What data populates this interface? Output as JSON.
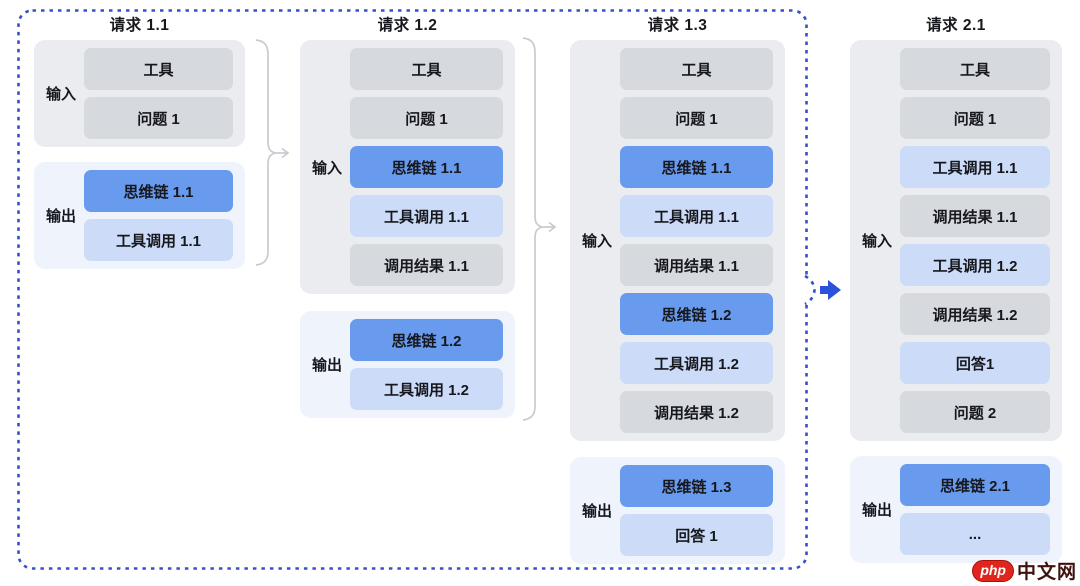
{
  "columns": [
    {
      "title": "请求 1.1",
      "input_label": "输入",
      "output_label": "输出",
      "input_items": [
        {
          "label": "工具",
          "type": "gray"
        },
        {
          "label": "问题 1",
          "type": "gray"
        }
      ],
      "output_items": [
        {
          "label": "思维链 1.1",
          "type": "blue"
        },
        {
          "label": "工具调用 1.1",
          "type": "lightblue"
        }
      ]
    },
    {
      "title": "请求 1.2",
      "input_label": "输入",
      "output_label": "输出",
      "input_items": [
        {
          "label": "工具",
          "type": "gray"
        },
        {
          "label": "问题 1",
          "type": "gray"
        },
        {
          "label": "思维链 1.1",
          "type": "blue"
        },
        {
          "label": "工具调用 1.1",
          "type": "lightblue"
        },
        {
          "label": "调用结果 1.1",
          "type": "gray"
        }
      ],
      "output_items": [
        {
          "label": "思维链 1.2",
          "type": "blue"
        },
        {
          "label": "工具调用 1.2",
          "type": "lightblue"
        }
      ]
    },
    {
      "title": "请求 1.3",
      "input_label": "输入",
      "output_label": "输出",
      "input_items": [
        {
          "label": "工具",
          "type": "gray"
        },
        {
          "label": "问题 1",
          "type": "gray"
        },
        {
          "label": "思维链 1.1",
          "type": "blue"
        },
        {
          "label": "工具调用 1.1",
          "type": "lightblue"
        },
        {
          "label": "调用结果 1.1",
          "type": "gray"
        },
        {
          "label": "思维链 1.2",
          "type": "blue"
        },
        {
          "label": "工具调用 1.2",
          "type": "lightblue"
        },
        {
          "label": "调用结果 1.2",
          "type": "gray"
        }
      ],
      "output_items": [
        {
          "label": "思维链 1.3",
          "type": "blue"
        },
        {
          "label": "回答 1",
          "type": "lightblue"
        }
      ]
    },
    {
      "title": "请求 2.1",
      "input_label": "输入",
      "output_label": "输出",
      "input_items": [
        {
          "label": "工具",
          "type": "gray"
        },
        {
          "label": "问题 1",
          "type": "gray"
        },
        {
          "label": "工具调用 1.1",
          "type": "lightblue"
        },
        {
          "label": "调用结果 1.1",
          "type": "gray"
        },
        {
          "label": "工具调用 1.2",
          "type": "lightblue"
        },
        {
          "label": "调用结果 1.2",
          "type": "gray"
        },
        {
          "label": "回答1",
          "type": "lightblue"
        },
        {
          "label": "问题 2",
          "type": "gray"
        }
      ],
      "output_items": [
        {
          "label": "思维链 2.1",
          "type": "blue"
        },
        {
          "label": "...",
          "type": "lightblue"
        }
      ]
    }
  ],
  "watermark": {
    "badge": "php",
    "site": "中文网"
  },
  "colors": {
    "cot_blue": "#689AEE",
    "tool_call_lightblue": "#CCDCF8",
    "context_gray": "#D6D9DD",
    "input_group_bg": "#EAECF0",
    "output_group_bg": "#EFF3FC",
    "dashed_border_blue": "#3352C5",
    "flow_arrow_blue": "#2B52D9",
    "brace_gray": "#C7CAD0",
    "logo_red": "#E0251C"
  }
}
